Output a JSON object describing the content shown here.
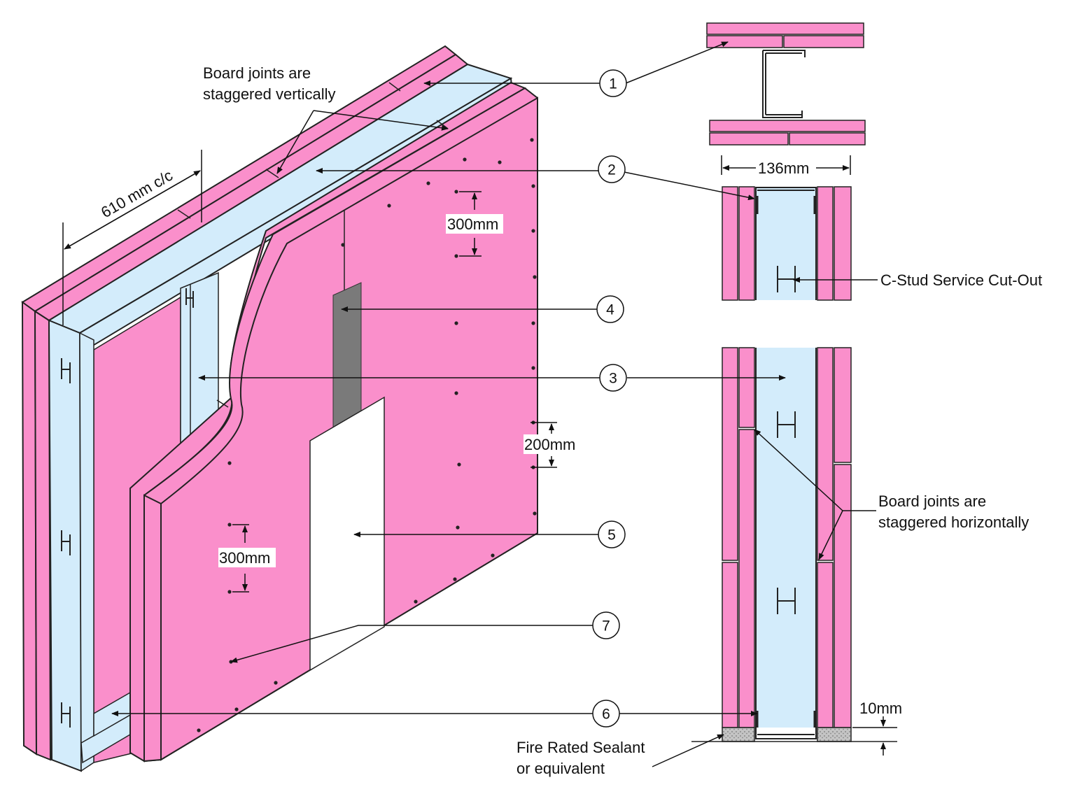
{
  "colors": {
    "board": "#fa8fcb",
    "board_edge": "#222222",
    "stud": "#d3ecfb",
    "tape": "#7a7a7a",
    "sealant": "#bdbdbd",
    "callout_circle": "#ffffff"
  },
  "annotations": {
    "joints_vertical": [
      "Board joints are",
      "staggered vertically"
    ],
    "joints_horizontal": [
      "Board joints are",
      "staggered horizontally"
    ],
    "cutout": "C-Stud Service Cut-Out",
    "sealant": [
      "Fire Rated Sealant",
      "or equivalent"
    ]
  },
  "dimensions": {
    "stud_spacing": "610 mm c/c",
    "wall_width": "136mm",
    "fix_spacing_top": "300mm",
    "fix_spacing_edge": "200mm",
    "fix_spacing_bottom": "300mm",
    "gap": "10mm"
  },
  "callouts": [
    "1",
    "2",
    "3",
    "4",
    "5",
    "6",
    "7"
  ],
  "icons": [
    "cutout-h-icon"
  ]
}
